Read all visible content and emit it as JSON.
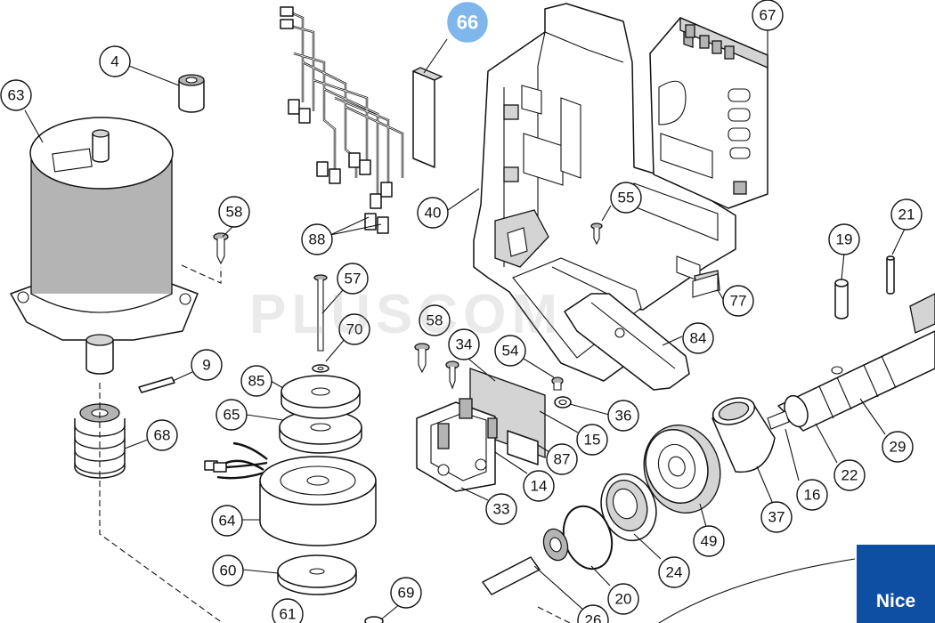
{
  "diagram": {
    "watermark_text": "PLUSCOM",
    "brand_label": "Nice",
    "highlight_color": "#7fb6ec",
    "brand_color": "#0f4fa3",
    "callouts": [
      "66",
      "67",
      "4",
      "63",
      "58",
      "58",
      "57",
      "70",
      "9",
      "85",
      "65",
      "68",
      "64",
      "60",
      "61",
      "69",
      "40",
      "55",
      "88",
      "77",
      "84",
      "34",
      "54",
      "36",
      "15",
      "87",
      "14",
      "33",
      "19",
      "21",
      "29",
      "22",
      "16",
      "37",
      "49",
      "24",
      "20",
      "26"
    ]
  }
}
